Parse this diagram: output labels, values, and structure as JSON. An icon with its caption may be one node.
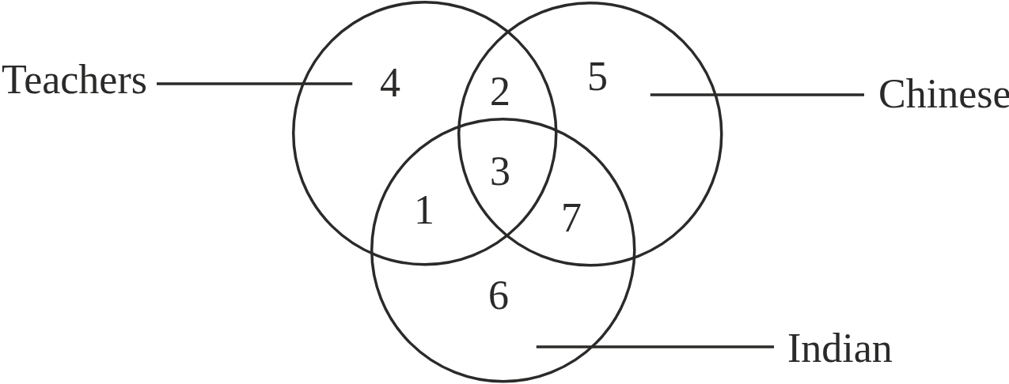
{
  "diagram": {
    "nodes": [
      {
        "text": [
          "Teachers"
        ]
      },
      {
        "text": [
          "Chinese"
        ]
      },
      {
        "text": [
          "Indian"
        ]
      },
      {
        "text": [],
        "shape": "circle"
      },
      {
        "text": [],
        "shape": "circle"
      },
      {
        "text": [],
        "shape": "circle"
      }
    ],
    "edges": [
      {
        "from": 0,
        "to": 3,
        "arrow": "none"
      },
      {
        "from": 1,
        "to": 4,
        "arrow": "none"
      },
      {
        "from": 2,
        "to": 5,
        "arrow": "none"
      }
    ],
    "labels": [
      "4",
      "2",
      "5",
      "3",
      "1",
      "7",
      "6"
    ]
  }
}
